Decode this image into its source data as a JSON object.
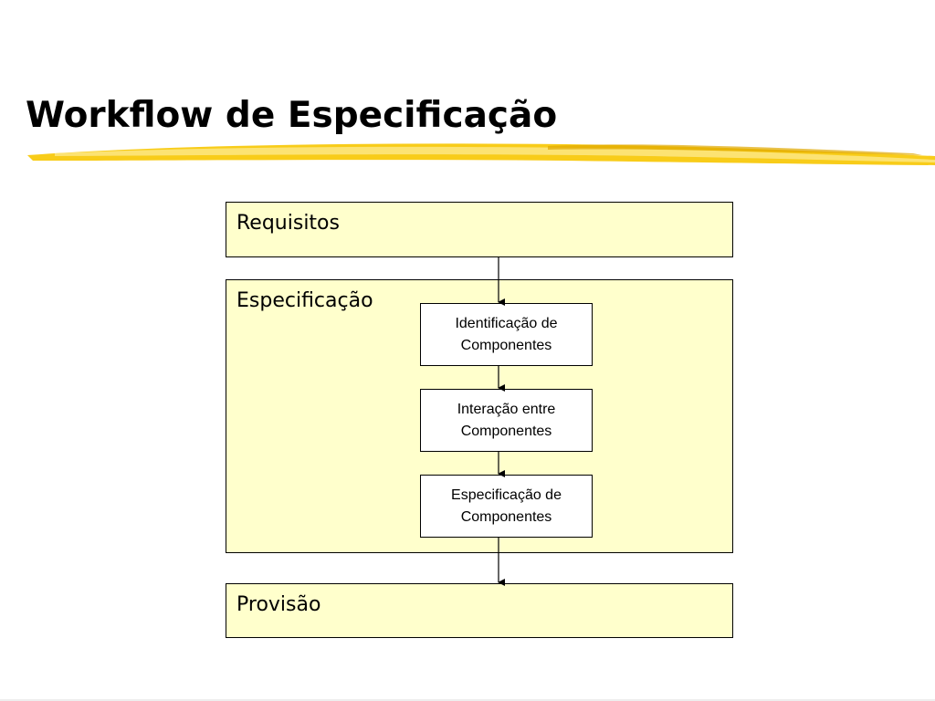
{
  "title": "Workflow de Especificação",
  "colors": {
    "stage_fill": "#ffffcc",
    "step_fill": "#ffffff",
    "border": "#000000",
    "accent_brush": "#f5c400"
  },
  "stages": {
    "requisitos": "Requisitos",
    "especificacao": "Especificação",
    "provisao": "Provisão"
  },
  "steps": [
    {
      "line1": "Identificação de",
      "line2": "Componentes"
    },
    {
      "line1": "Interação entre",
      "line2": "Componentes"
    },
    {
      "line1": "Especificação de",
      "line2": "Componentes"
    }
  ]
}
